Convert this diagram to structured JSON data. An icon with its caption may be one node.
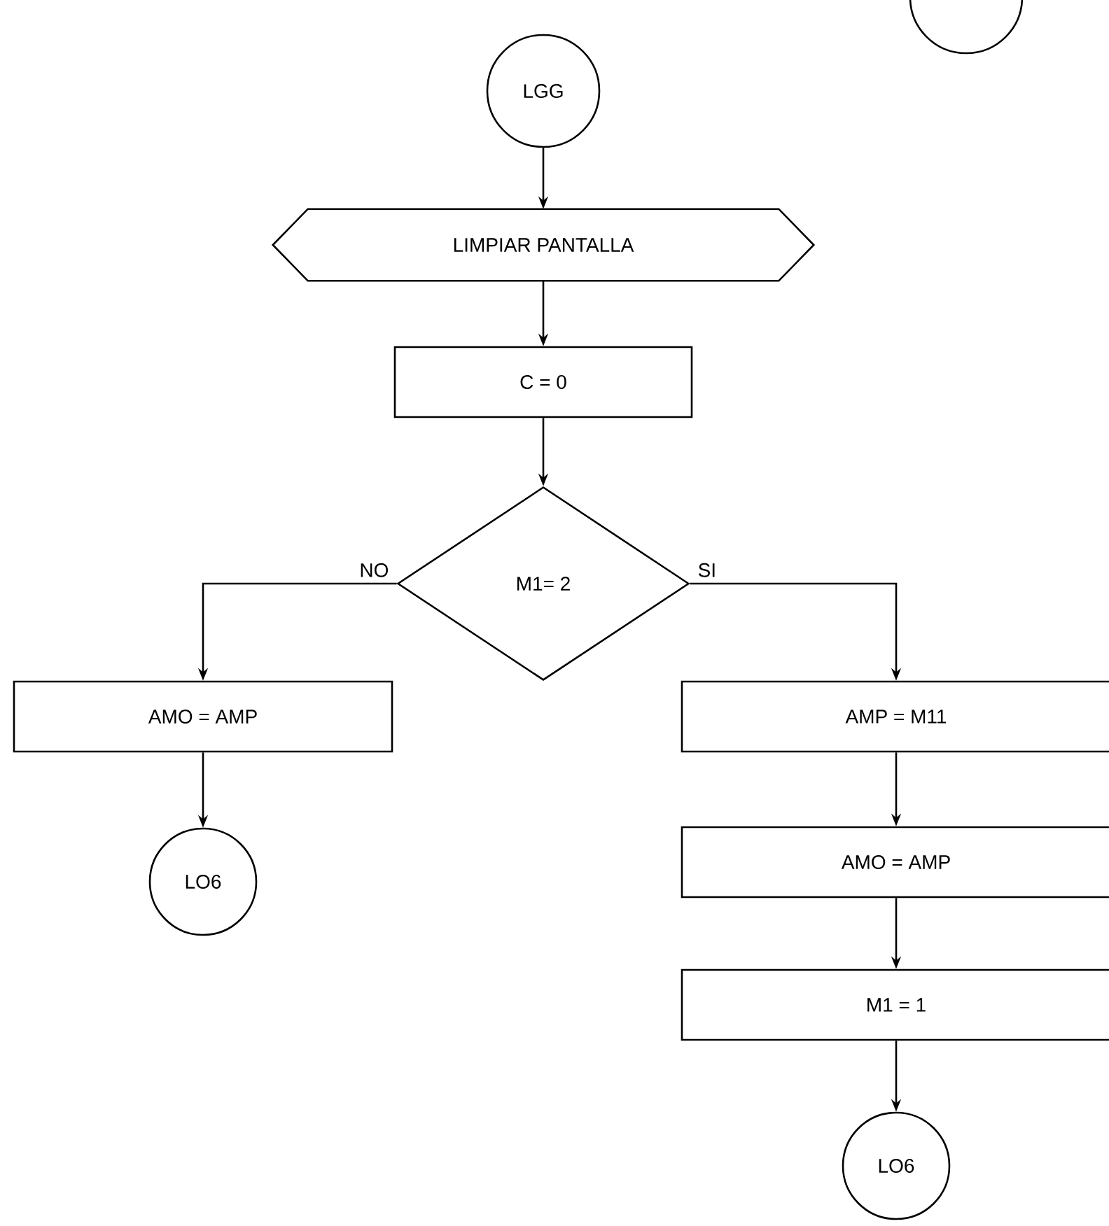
{
  "diagram": {
    "nodes": [
      {
        "text": [],
        "shape": "circle"
      },
      {
        "text": [
          "LGG"
        ]
      },
      {
        "text": [
          "LIMPIAR PANTALLA"
        ]
      },
      {
        "text": [
          "C = 0"
        ]
      },
      {
        "text": [
          "M1= 2"
        ]
      },
      {
        "text": [
          "AMO = AMP"
        ]
      },
      {
        "text": [
          "LO6"
        ]
      },
      {
        "text": [
          "AMP = M11"
        ]
      },
      {
        "text": [
          "AMO = AMP"
        ]
      },
      {
        "text": [
          "M1 = 1"
        ]
      },
      {
        "text": [
          "LO6"
        ]
      }
    ],
    "edges": [
      {
        "from": 1,
        "to": 2,
        "arrow": "to"
      },
      {
        "from": 2,
        "to": 3,
        "arrow": "to"
      },
      {
        "from": 3,
        "to": 4,
        "arrow": "to"
      },
      {
        "from": 4,
        "to": 5,
        "label": "NO",
        "arrow": "to"
      },
      {
        "from": 5,
        "to": 6,
        "arrow": "to"
      },
      {
        "from": 4,
        "to": 7,
        "label": "SI",
        "arrow": "to"
      },
      {
        "from": 7,
        "to": 8,
        "arrow": "to"
      },
      {
        "from": 8,
        "to": 9,
        "arrow": "to"
      },
      {
        "from": 9,
        "to": 10,
        "arrow": "to"
      }
    ]
  }
}
